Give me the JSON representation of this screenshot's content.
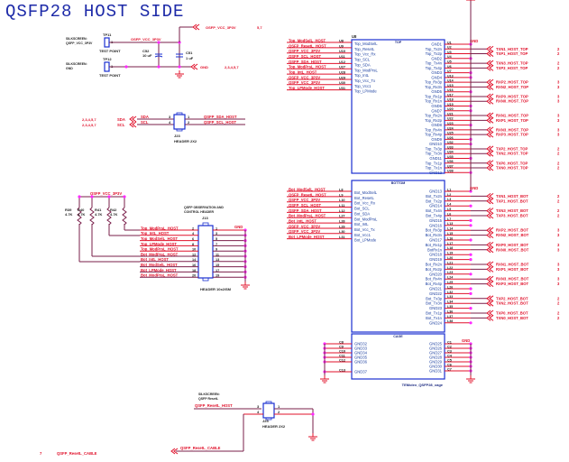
{
  "title": "QSFP28 HOST SIDE",
  "power": {
    "net_vcc": "OSFP_VCC_3P3V",
    "vcc_pages": "5,7",
    "gnd": "GND",
    "gnd_pages": "2,3,4,5,7",
    "tp11": {
      "ref": "TP11",
      "note1": "SILKSCREEN:",
      "note2": "QSFP_VCC_3P3V",
      "label": "TEST POINT",
      "pin": "1"
    },
    "tp12": {
      "ref": "TP12",
      "note1": "SILKSCREEN:",
      "note2": "GND",
      "label": "TEST POINT",
      "pin": "1"
    },
    "c52": {
      "ref": "C52",
      "value": "10 uF"
    },
    "c51": {
      "ref": "C51",
      "value": "1 uF"
    }
  },
  "i2c": {
    "pages1": "2,3,4,5,7",
    "pages2": "2,3,4,5,7",
    "sda": "SDA",
    "scl": "SCL",
    "j23": {
      "ref": "J23",
      "type": "HEADER 2X2"
    },
    "pins": [
      "3",
      "4",
      "1",
      "2"
    ],
    "sda_host": "QSFP_SDA_HOST",
    "scl_host": "QSFP_SCL_HOST"
  },
  "j13": {
    "note1": "QSFP OBSERVATION AND",
    "note2": "CONTROL HEADER",
    "ref": "J13",
    "type": "HEADER 10x2/SM",
    "vcc": "QSFP_VCC_3P3V",
    "gnd": "GND",
    "resistors": [
      {
        "ref": "R39",
        "value": "4.7K"
      },
      {
        "ref": "R40",
        "value": "4.7K"
      },
      {
        "ref": "R41",
        "value": "4.7K"
      },
      {
        "ref": "R42",
        "value": "4.7K"
      }
    ],
    "rows": [
      {
        "net": "Top_ModPrsL_HOST",
        "even": "2",
        "odd": "1"
      },
      {
        "net": "Top_IntL_HOST",
        "even": "4",
        "odd": "3"
      },
      {
        "net": "Top_ModSelL_HOST",
        "even": "6",
        "odd": "5"
      },
      {
        "net": "Top_LPMode_HOST",
        "even": "8",
        "odd": "7"
      },
      {
        "net": "Top_ModPrsL_HOST",
        "even": "10",
        "odd": "9"
      },
      {
        "net": "Bot_ModPrsL_HOST",
        "even": "12",
        "odd": "11"
      },
      {
        "net": "Bot_IntL_HOST",
        "even": "14",
        "odd": "13"
      },
      {
        "net": "Bot_ModSelL_HOST",
        "even": "16",
        "odd": "15"
      },
      {
        "net": "Bot_LPMode_HOST",
        "even": "18",
        "odd": "17"
      },
      {
        "net": "Bot_ModPrsL_HOST",
        "even": "20",
        "odd": "19"
      }
    ]
  },
  "u8": {
    "ref": "U8",
    "part": "TEMolex_QSFP28_cage",
    "sec_top": "TOP",
    "sec_bottom": "BOTTOM",
    "sec_cage": "CAGE",
    "gnd": "GND",
    "top_left": [
      {
        "net": "Top_ModSelL_HOST",
        "pin": "U8",
        "sig": "Top_ModSelL"
      },
      {
        "net": "QSFP_ResetL_HOST",
        "pin": "U9",
        "sig": "Top_ResetL"
      },
      {
        "net": "QSFP_VCC_3P3V",
        "pin": "U10",
        "sig": "Top_Vcc_Rx"
      },
      {
        "net": "QSFP_SCL_HOST",
        "pin": "U11",
        "sig": "Top_SCL"
      },
      {
        "net": "QSFP_SDA_HOST",
        "pin": "U12",
        "sig": "Top_SDA"
      },
      {
        "net": "Top_ModPrsL_HOST",
        "pin": "U27",
        "sig": "Top_ModPrsL"
      },
      {
        "net": "Top_IntL_HOST",
        "pin": "U28",
        "sig": "Top_IntL"
      },
      {
        "net": "QSFP_VCC_3P3V",
        "pin": "U29",
        "sig": "Top_Vcc_Tx"
      },
      {
        "net": "QSFP_VCC_3P3V",
        "pin": "U30",
        "sig": "Top_Vcc1"
      },
      {
        "net": "Top_LPMode_HOST",
        "pin": "U31",
        "sig": "Top_LPMode"
      }
    ],
    "top_right": [
      {
        "sig": "GND1",
        "pin": "U1",
        "net": "",
        "page": ""
      },
      {
        "sig": "Top_Tx2n",
        "pin": "U2",
        "net": "TXN1_HOST_TOP",
        "page": "2"
      },
      {
        "sig": "Top_Tx2p",
        "pin": "U3",
        "net": "TXP1_HOST_TOP",
        "page": "2"
      },
      {
        "sig": "GND2",
        "pin": "U4",
        "net": "",
        "page": ""
      },
      {
        "sig": "Top_Tx4n",
        "pin": "U5",
        "net": "TXN3_HOST_TOP",
        "page": "2"
      },
      {
        "sig": "Top_Tx4p",
        "pin": "U6",
        "net": "TXP3_HOST_TOP",
        "page": "2"
      },
      {
        "sig": "GND3",
        "pin": "U7",
        "net": "",
        "page": ""
      },
      {
        "sig": "GND4",
        "pin": "U13",
        "net": "",
        "page": ""
      },
      {
        "sig": "Top_Rx3p",
        "pin": "U14",
        "net": "RXP2_HOST_TOP",
        "page": "3"
      },
      {
        "sig": "Top_Rx3n",
        "pin": "U15",
        "net": "RXN2_HOST_TOP",
        "page": "3"
      },
      {
        "sig": "GND5",
        "pin": "U16",
        "net": "",
        "page": ""
      },
      {
        "sig": "Top_Rx1p",
        "pin": "U17",
        "net": "RXP0_HOST_TOP",
        "page": "3"
      },
      {
        "sig": "Top_Rx1n",
        "pin": "U18",
        "net": "RXN0_HOST_TOP",
        "page": "3"
      },
      {
        "sig": "GND6",
        "pin": "U19",
        "net": "",
        "page": ""
      },
      {
        "sig": "GND7",
        "pin": "U20",
        "net": "",
        "page": ""
      },
      {
        "sig": "Top_Rx2n",
        "pin": "U21",
        "net": "RXN1_HOST_TOP",
        "page": "3"
      },
      {
        "sig": "Top_Rx2p",
        "pin": "U22",
        "net": "RXP1_HOST_TOP",
        "page": "3"
      },
      {
        "sig": "GND8",
        "pin": "U23",
        "net": "",
        "page": ""
      },
      {
        "sig": "Top_Rx4n",
        "pin": "U24",
        "net": "RXN3_HOST_TOP",
        "page": "3"
      },
      {
        "sig": "Top_Rx4p",
        "pin": "U25",
        "net": "RXP3_HOST_TOP",
        "page": "3"
      },
      {
        "sig": "GND9",
        "pin": "U26",
        "net": "",
        "page": ""
      },
      {
        "sig": "GND10",
        "pin": "U32",
        "net": "",
        "page": ""
      },
      {
        "sig": "Top_Tx3p",
        "pin": "U33",
        "net": "TXP2_HOST_TOP",
        "page": "2"
      },
      {
        "sig": "Top_Tx3n",
        "pin": "U34",
        "net": "TXN2_HOST_TOP",
        "page": "2"
      },
      {
        "sig": "GND11",
        "pin": "U35",
        "net": "",
        "page": ""
      },
      {
        "sig": "Top_Tx1p",
        "pin": "U36",
        "net": "TXP0_HOST_TOP",
        "page": "2"
      },
      {
        "sig": "Top_Tx1n",
        "pin": "U37",
        "net": "TXN0_HOST_TOP",
        "page": "2"
      },
      {
        "sig": "GND12",
        "pin": "U38",
        "net": "",
        "page": ""
      }
    ],
    "bot_left": [
      {
        "net": "Bot_ModSelL_HOST",
        "pin": "L8",
        "sig": "Bot_ModSelL"
      },
      {
        "net": "QSFP_ResetL_HOST",
        "pin": "L9",
        "sig": "Bot_ResetL"
      },
      {
        "net": "QSFP_VCC_3P3V",
        "pin": "L10",
        "sig": "Bot_Vcc_Rx"
      },
      {
        "net": "QSFP_SCL_HOST",
        "pin": "L11",
        "sig": "Bot_SCL"
      },
      {
        "net": "QSFP_SDA_HOST",
        "pin": "L12",
        "sig": "Bot_SDA"
      },
      {
        "net": "Bot_ModPrsL_HOST",
        "pin": "L27",
        "sig": "Bot_ModPrsL"
      },
      {
        "net": "Bot_IntL_HOST",
        "pin": "L28",
        "sig": "Bot_IntL"
      },
      {
        "net": "QSFP_VCC_3P3V",
        "pin": "L29",
        "sig": "Bot_Vcc_Tx"
      },
      {
        "net": "QSFP_VCC_3P3V",
        "pin": "L30",
        "sig": "Bot_Vcc1"
      },
      {
        "net": "Bot_LPMode_HOST",
        "pin": "L31",
        "sig": "Bot_LPMode"
      }
    ],
    "bot_right": [
      {
        "sig": "GND13",
        "pin": "L1",
        "net": "",
        "page": ""
      },
      {
        "sig": "Bot_Tx2n",
        "pin": "L2",
        "net": "TXN1_HOST_BOT",
        "page": "2"
      },
      {
        "sig": "Bot_Tx2p",
        "pin": "L3",
        "net": "TXP1_HOST_BOT",
        "page": "2"
      },
      {
        "sig": "GND14",
        "pin": "L4",
        "net": "",
        "page": ""
      },
      {
        "sig": "Bot_Tx4n",
        "pin": "L5",
        "net": "TXN3_HOST_BOT",
        "page": "2"
      },
      {
        "sig": "Bot_Tx4p",
        "pin": "L6",
        "net": "TXP3_HOST_BOT",
        "page": "2"
      },
      {
        "sig": "GND15",
        "pin": "L7",
        "net": "",
        "page": ""
      },
      {
        "sig": "GND16",
        "pin": "L13",
        "net": "",
        "page": ""
      },
      {
        "sig": "Bot_Rx3p",
        "pin": "L14",
        "net": "RXP2_HOST_BOT",
        "page": "3"
      },
      {
        "sig": "Bot_Rx3n",
        "pin": "L15",
        "net": "RXN2_HOST_BOT",
        "page": "3"
      },
      {
        "sig": "GND17",
        "pin": "L16",
        "net": "",
        "page": ""
      },
      {
        "sig": "Bot_Rx1p",
        "pin": "L17",
        "net": "RXP0_HOST_BOT",
        "page": "3"
      },
      {
        "sig": "BotRx1n",
        "pin": "L18",
        "net": "RXN0_HOST_BOT",
        "page": "3"
      },
      {
        "sig": "GND18",
        "pin": "L19",
        "net": "",
        "page": ""
      },
      {
        "sig": "GND19",
        "pin": "L20",
        "net": "",
        "page": ""
      },
      {
        "sig": "Bot_Rx2n",
        "pin": "L21",
        "net": "RXN1_HOST_BOT",
        "page": "3"
      },
      {
        "sig": "Bot_Rx2p",
        "pin": "L22",
        "net": "RXP1_HOST_BOT",
        "page": "3"
      },
      {
        "sig": "GND20",
        "pin": "L23",
        "net": "",
        "page": ""
      },
      {
        "sig": "Bot_Rx4n",
        "pin": "L24",
        "net": "RXN3_HOST_BOT",
        "page": "3"
      },
      {
        "sig": "Bot_Rx4p",
        "pin": "L25",
        "net": "RXP3_HOST_BOT",
        "page": "3"
      },
      {
        "sig": "GND21",
        "pin": "L26",
        "net": "",
        "page": ""
      },
      {
        "sig": "GND22",
        "pin": "L32",
        "net": "",
        "page": ""
      },
      {
        "sig": "Bot_Tx3p",
        "pin": "L33",
        "net": "TXP2_HOST_BOT",
        "page": "2"
      },
      {
        "sig": "Bot_Tx3n",
        "pin": "L34",
        "net": "TXN2_HOST_BOT",
        "page": "2"
      },
      {
        "sig": "GND23",
        "pin": "L35",
        "net": "",
        "page": ""
      },
      {
        "sig": "Bot_Tx1p",
        "pin": "L36",
        "net": "TXP0_HOST_BOT",
        "page": "2"
      },
      {
        "sig": "Bot_Tx1n",
        "pin": "L37",
        "net": "TXN0_HOST_BOT",
        "page": "2"
      },
      {
        "sig": "GND24",
        "pin": "L38",
        "net": "",
        "page": ""
      }
    ],
    "cage_left": [
      {
        "pin": "C8",
        "sig": "GND32"
      },
      {
        "pin": "C9",
        "sig": "GND33"
      },
      {
        "pin": "C10",
        "sig": "GND34"
      },
      {
        "pin": "C11",
        "sig": "GND35"
      },
      {
        "pin": "C12",
        "sig": "GND36"
      },
      {
        "pin": "C13",
        "sig": "GND37"
      }
    ],
    "cage_right": [
      {
        "pin": "C1",
        "sig": "GND25"
      },
      {
        "pin": "C2",
        "sig": "GND26"
      },
      {
        "pin": "C3",
        "sig": "GND27"
      },
      {
        "pin": "C4",
        "sig": "GND28"
      },
      {
        "pin": "C5",
        "sig": "GND29"
      },
      {
        "pin": "C6",
        "sig": "GND30"
      },
      {
        "pin": "C7",
        "sig": "GND31"
      }
    ]
  },
  "reset": {
    "note1": "SILKSCREEN:",
    "note2": "QSFP ResetL",
    "host_net": "QSFP_ResetL_HOST",
    "cable_net": "QSFP_ResetL_CABLE",
    "j25": {
      "ref": "J25",
      "type": "HEADER 2X2"
    },
    "pins": [
      "3",
      "4",
      "1",
      "2"
    ],
    "offpage_num": "7",
    "offpage_net": "QSFP_ResetL_CABLE"
  }
}
